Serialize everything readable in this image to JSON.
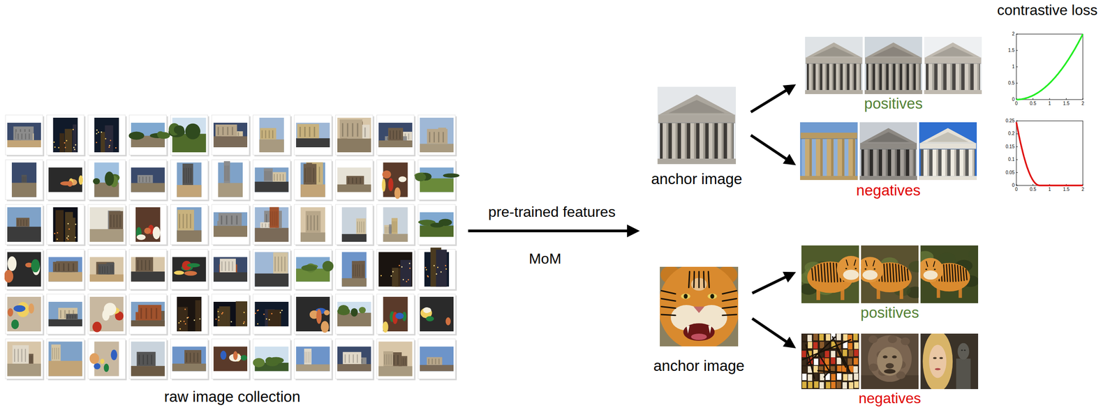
{
  "diagram": {
    "nodes": [
      {
        "text": [
          "raw image collection"
        ]
      },
      {
        "text": [
          "anchor image"
        ]
      },
      {
        "text": [
          "positives"
        ]
      },
      {
        "text": [
          "negatives"
        ]
      },
      {
        "text": [
          "anchor image"
        ]
      },
      {
        "text": [
          "positives"
        ]
      },
      {
        "text": [
          "negatives"
        ]
      }
    ],
    "edges": [
      {
        "from": 1,
        "to": 2,
        "arrow": "to"
      },
      {
        "from": 1,
        "to": 3,
        "arrow": "to"
      },
      {
        "from": 4,
        "to": 5,
        "arrow": "to"
      },
      {
        "from": 4,
        "to": 6,
        "arrow": "to"
      }
    ],
    "labels": [
      "pre-trained features",
      "MoM",
      "contrastive loss",
      "0",
      "0.5",
      "1",
      "1.5",
      "2",
      "0",
      "0.5",
      "1",
      "1.5",
      "2",
      "0",
      "0.5",
      "1",
      "1.5",
      "2",
      "0",
      "0.05",
      "0.1",
      "0.15",
      "0.2",
      "0.25"
    ]
  }
}
